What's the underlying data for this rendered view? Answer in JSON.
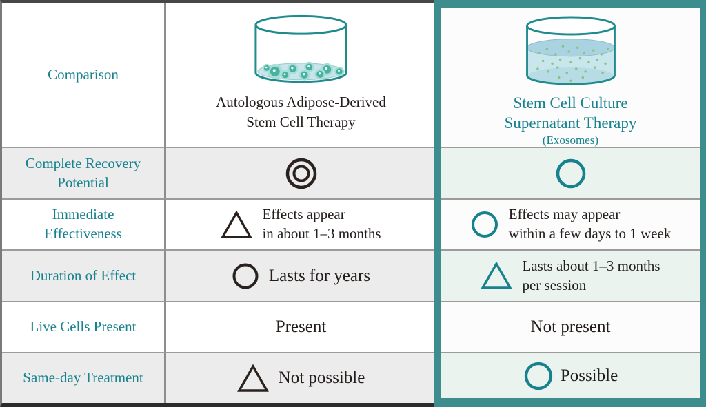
{
  "colors": {
    "teal_accent": "#3e8d8e",
    "teal_text": "#17818e",
    "dark_symbol": "#2b221e",
    "body_text": "#231d1b",
    "row_gray": "#ececec",
    "row_mint": "#eaf3ee",
    "grid_line": "#9b9b9b"
  },
  "header": {
    "row_label": "Comparison",
    "left_therapy": {
      "icon": "petri-dish-with-cells-icon",
      "line1": "Autologous Adipose-Derived",
      "line2": "Stem Cell Therapy"
    },
    "right_therapy": {
      "icon": "petri-dish-with-supernatant-icon",
      "line1": "Stem Cell Culture",
      "line2": "Supernatant Therapy",
      "subtitle": "(Exosomes)"
    }
  },
  "rows": [
    {
      "label1": "Complete Recovery",
      "label2": "Potential",
      "left": {
        "symbol": "double-circle"
      },
      "right": {
        "symbol": "circle"
      }
    },
    {
      "label1": "Immediate",
      "label2": "Effectiveness",
      "left": {
        "symbol": "triangle",
        "line1": "Effects appear",
        "line2": "in about 1–3 months"
      },
      "right": {
        "symbol": "circle",
        "line1": "Effects may appear",
        "line2": "within a few days to 1 week"
      }
    },
    {
      "label1": "Duration of Effect",
      "left": {
        "symbol": "circle",
        "text": "Lasts for years"
      },
      "right": {
        "symbol": "triangle",
        "line1": "Lasts about 1–3 months",
        "line2": "per session"
      }
    },
    {
      "label1": "Live Cells Present",
      "left": {
        "text": "Present"
      },
      "right": {
        "text": "Not present"
      }
    },
    {
      "label1": "Same-day Treatment",
      "left": {
        "symbol": "triangle",
        "text": "Not possible"
      },
      "right": {
        "symbol": "circle",
        "text": "Possible"
      }
    }
  ]
}
